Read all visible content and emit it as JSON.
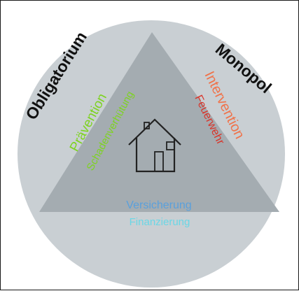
{
  "diagram": {
    "labels": {
      "obligatorium": "Obligatorium",
      "monopol": "Monopol",
      "praevention": "Prävention",
      "praevention_sub": "Schadenverhütung",
      "intervention": "Intervention",
      "intervention_sub": "Feuerwehr",
      "versicherung": "Versicherung",
      "versicherung_sub": "Finanzierung"
    },
    "icon": "house-icon",
    "colors": {
      "circle": "#c9cfd3",
      "triangle": "#a4acb1",
      "praevention": "#7ed321",
      "intervention_main": "#f0734a",
      "intervention_sub": "#d9352a",
      "versicherung_main": "#5aa0dc",
      "versicherung_sub": "#6ad7e6",
      "black_label": "#111111"
    }
  }
}
